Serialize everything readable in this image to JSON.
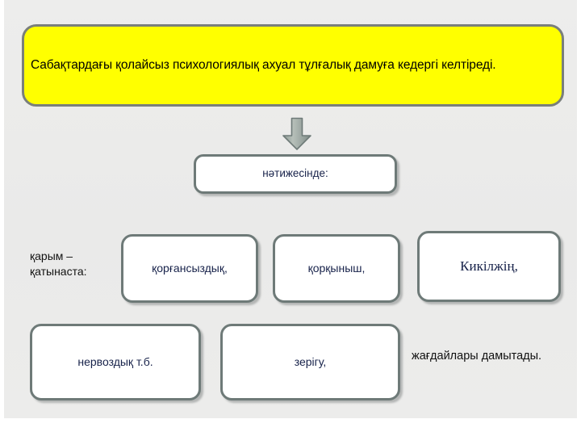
{
  "slide": {
    "background_color": "#ececeb",
    "statement": {
      "text": "Сабақтардағы қолайсыз психологиялық  ахуал тұлғалық дамуға кедергі келтіреді.",
      "fill_color": "#ffff00",
      "border_color": "#7a7f7b",
      "text_color": "#000000"
    },
    "arrow": {
      "icon": "arrow-down-icon",
      "direction": "down",
      "fill_color": "#97a29c",
      "outline_color": "#6e7a78"
    },
    "result": {
      "text": "нәтижесінде:",
      "fill_color": "#ffffff",
      "border_color": "#6e7a78",
      "text_color": "#17224a"
    },
    "labels": {
      "relation_label_line1": "қарым –",
      "relation_label_line2": "қатынаста:",
      "closing_text": "жағдайлары дамытады."
    },
    "consequences": [
      {
        "id": "korgansyzdyk",
        "text": "қорғансыздық,",
        "row": 1,
        "font": "sans"
      },
      {
        "id": "korkynysh",
        "text": "қорқыныш,",
        "row": 1,
        "font": "sans"
      },
      {
        "id": "kikiljin",
        "text": "Кикілжің,",
        "row": 1,
        "font": "serif"
      },
      {
        "id": "nervozdyk",
        "text": "нервоздық т.б.",
        "row": 2,
        "font": "sans"
      },
      {
        "id": "zerigu",
        "text": "зерігу,",
        "row": 2,
        "font": "sans"
      }
    ]
  }
}
